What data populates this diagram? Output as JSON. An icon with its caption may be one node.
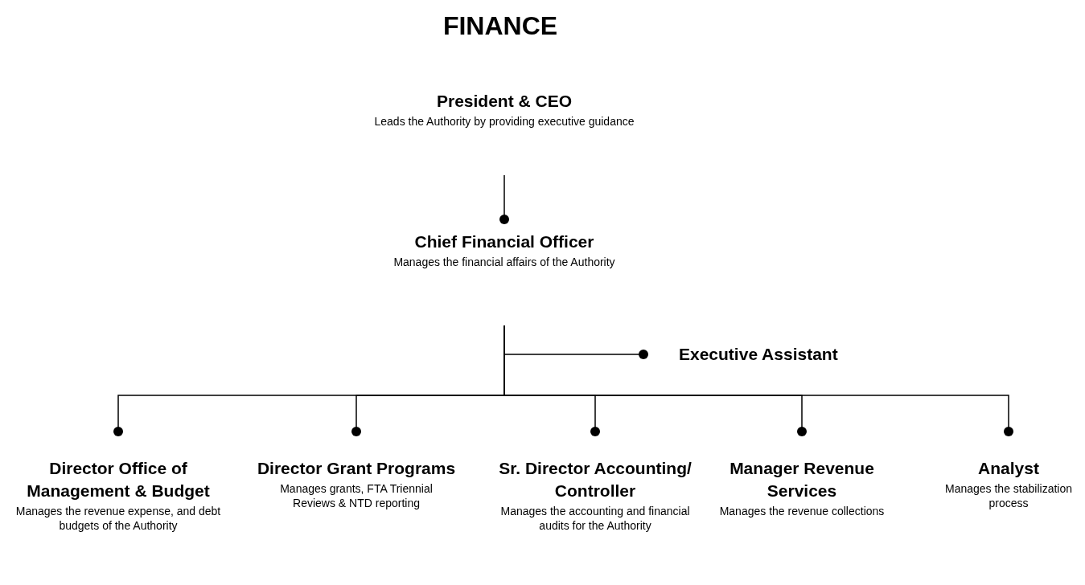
{
  "diagram": {
    "title": "FINANCE",
    "nodes": [
      {
        "text": [
          "President & CEO",
          "Leads the Authority by providing executive guidance"
        ]
      },
      {
        "text": [
          "Chief Financial Officer",
          "Manages the financial affairs of the Authority"
        ]
      },
      {
        "text": [
          "Executive Assistant"
        ]
      },
      {
        "text": [
          "Director Office of Management & Budget",
          "Manages the revenue expense, and debt budgets of the Authority"
        ]
      },
      {
        "text": [
          "Director Grant Programs",
          "Manages grants, FTA Triennial Reviews & NTD reporting"
        ]
      },
      {
        "text": [
          "Sr. Director Accounting/ Controller",
          "Manages the accounting and financial audits for the Authority"
        ]
      },
      {
        "text": [
          "Manager Revenue Services",
          "Manages the revenue collections"
        ]
      },
      {
        "text": [
          "Analyst",
          "Manages the stabilization process"
        ]
      }
    ],
    "edges": [
      {
        "from": 0,
        "to": 1,
        "arrow": "other"
      },
      {
        "from": 1,
        "to": 2,
        "arrow": "other"
      },
      {
        "from": 1,
        "to": 3,
        "arrow": "other"
      },
      {
        "from": 1,
        "to": 4,
        "arrow": "other"
      },
      {
        "from": 1,
        "to": 5,
        "arrow": "other"
      },
      {
        "from": 1,
        "to": 6,
        "arrow": "other"
      },
      {
        "from": 1,
        "to": 7,
        "arrow": "other"
      }
    ]
  }
}
